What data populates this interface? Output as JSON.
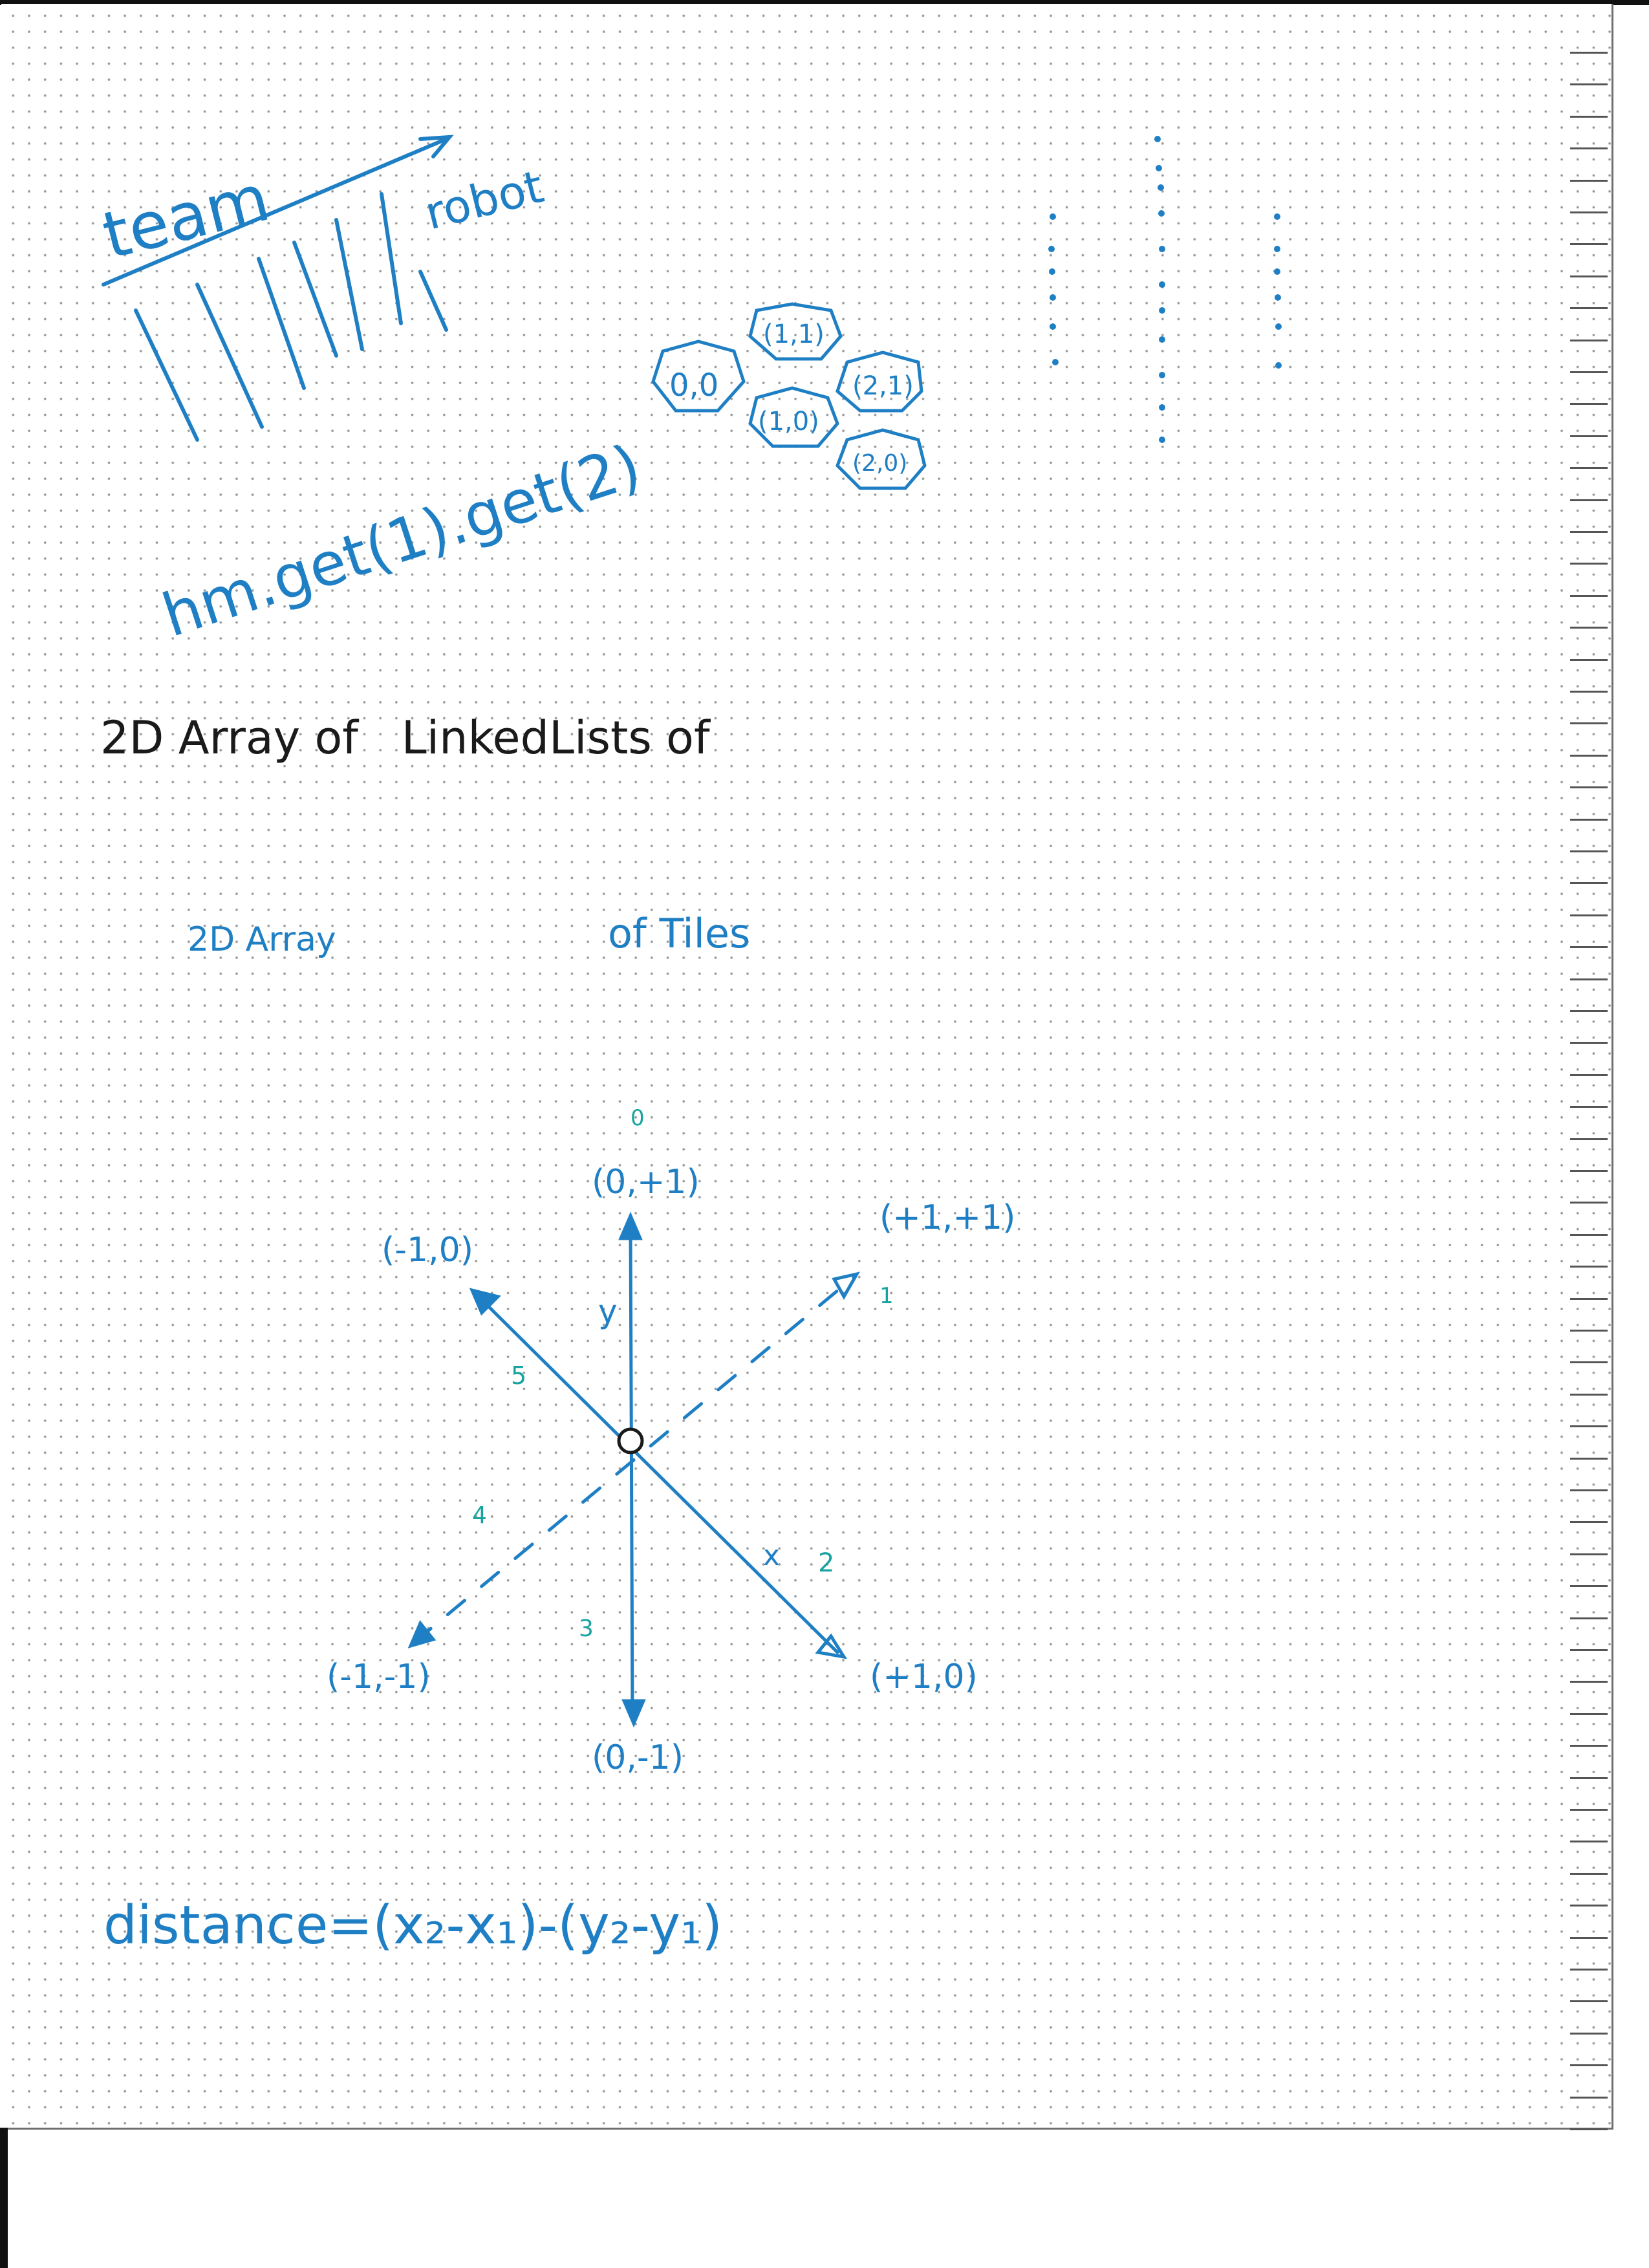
{
  "notes": {
    "team_label": "team",
    "robot_label": "robot",
    "hashmap_code": "hm.get(1).get(2)",
    "hex_tiles": [
      "0,0",
      "(1,1)",
      "(2,1)",
      "(1,0)",
      "(2,0)"
    ],
    "line_2d_array_linked_lists": "2D Array of   LinkedLists of",
    "line_2d_array_tiles_a": "2D Array",
    "line_2d_array_tiles_b": "of Tiles",
    "axis_labels": {
      "up": "(0,+1)",
      "down": "(0,-1)",
      "upper_left": "(-1,0)",
      "upper_right": "(+1,+1)",
      "lower_left": "(-1,-1)",
      "lower_right": "(+1,0)",
      "y_axis": "y",
      "x_axis": "x"
    },
    "direction_numbers": [
      "0",
      "1",
      "2",
      "3",
      "4",
      "5"
    ],
    "distance_formula": "distance=(x₂-x₁)-(y₂-y₁)"
  },
  "colors": {
    "ink_blue": "#1f7fc4",
    "ink_teal": "#19a3a0",
    "ink_black": "#1a1a1a",
    "grid_dot": "#9a9a9a"
  }
}
